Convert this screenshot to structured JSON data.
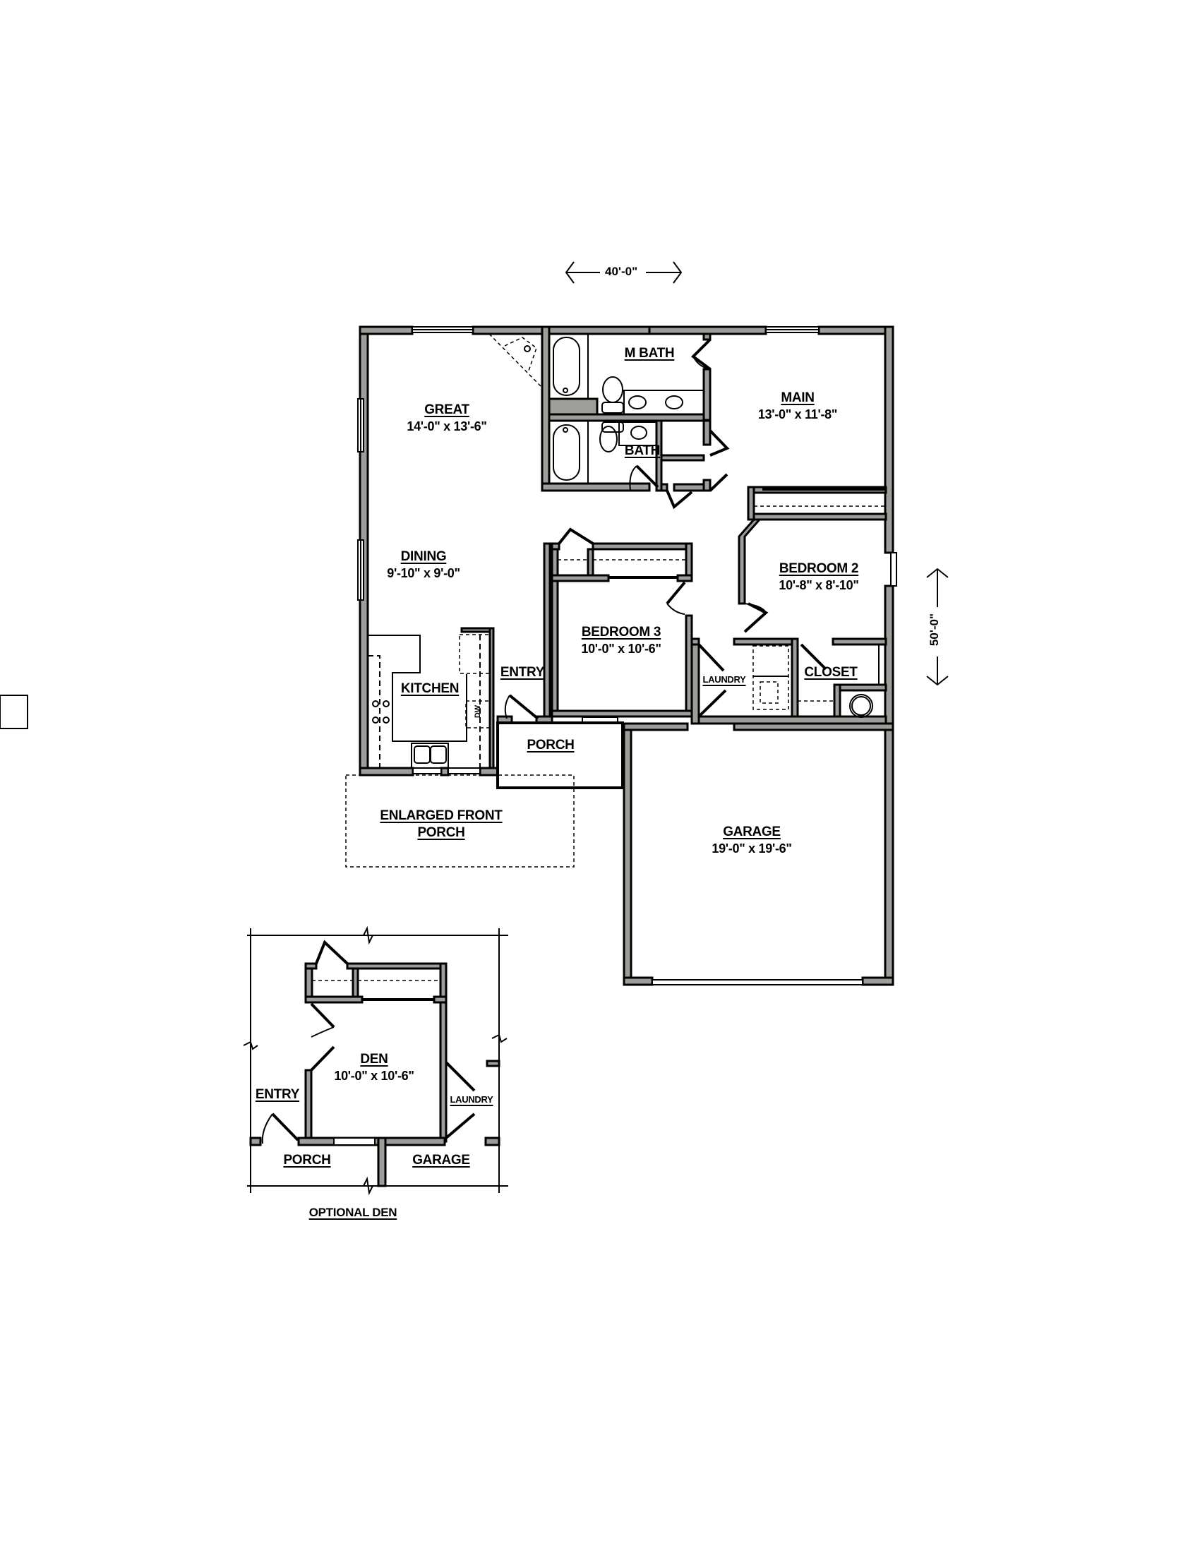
{
  "overall_dimensions": {
    "width": "40'-0\"",
    "depth": "50'-0\""
  },
  "colors": {
    "wall_fill": "#9d9d99",
    "line": "#000000",
    "background": "#ffffff"
  },
  "rooms": {
    "great": {
      "name": "GREAT",
      "size": "14'-0\" x 13'-6\""
    },
    "dining": {
      "name": "DINING",
      "size": "9'-10\" x 9'-0\""
    },
    "kitchen": {
      "name": "KITCHEN",
      "appliance_dw": "DW"
    },
    "m_bath": {
      "name": "M BATH"
    },
    "bath": {
      "name": "BATH"
    },
    "main": {
      "name": "MAIN",
      "size": "13'-0\" x 11'-8\""
    },
    "bedroom2": {
      "name": "BEDROOM 2",
      "size": "10'-8\" x 8'-10\""
    },
    "bedroom3": {
      "name": "BEDROOM 3",
      "size": "10'-0\" x 10'-6\""
    },
    "entry": {
      "name": "ENTRY"
    },
    "laundry": {
      "name": "LAUNDRY"
    },
    "closet": {
      "name": "CLOSET"
    },
    "porch": {
      "name": "PORCH"
    },
    "enlarged_porch": {
      "name_line1": "ENLARGED FRONT",
      "name_line2": "PORCH"
    },
    "garage": {
      "name": "GARAGE",
      "size": "19'-0\" x 19'-6\""
    }
  },
  "optional_den": {
    "title": "OPTIONAL DEN",
    "den": {
      "name": "DEN",
      "size": "10'-0\" x 10'-6\""
    },
    "entry": "ENTRY",
    "laundry": "LAUNDRY",
    "porch": "PORCH",
    "garage": "GARAGE"
  }
}
